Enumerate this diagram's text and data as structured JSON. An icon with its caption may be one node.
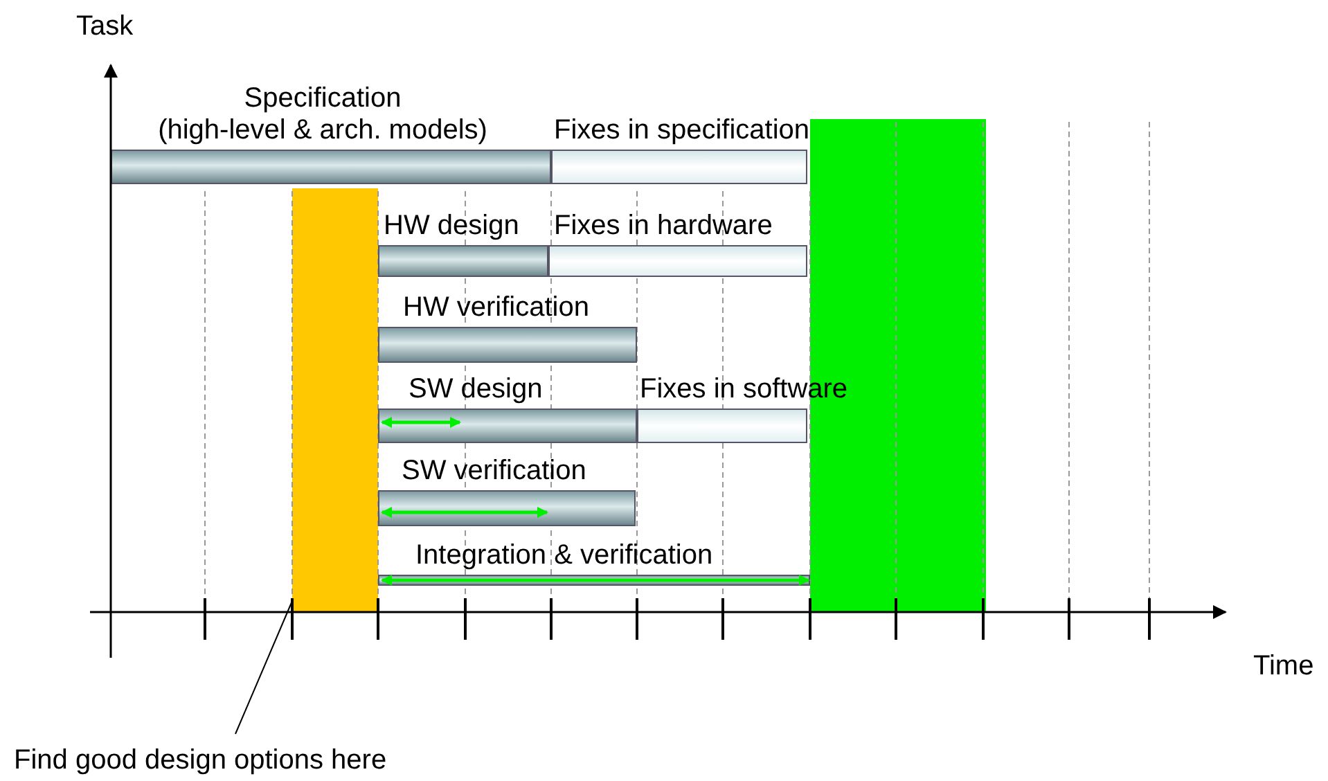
{
  "diagram": {
    "nodes": [
      {
        "text": [
          "Specification (high-level & arch. models)"
        ]
      },
      {
        "text": [
          "Fixes in specification"
        ]
      },
      {
        "text": [
          "HW design"
        ]
      },
      {
        "text": [
          "Fixes in hardware"
        ]
      },
      {
        "text": [
          "HW verification"
        ]
      },
      {
        "text": [
          "SW design"
        ]
      },
      {
        "text": [
          "Fixes in software"
        ]
      },
      {
        "text": [
          "SW verification"
        ]
      },
      {
        "text": [
          "Integration & verification"
        ]
      },
      {
        "text": [],
        "shape": "bar"
      },
      {
        "text": [],
        "shape": "bar"
      },
      {
        "text": [
          "Find good design options here"
        ]
      }
    ],
    "edges": [
      {
        "from": 11,
        "to": 9,
        "arrow": "none"
      }
    ],
    "labels": [
      "Task",
      "Time"
    ]
  }
}
